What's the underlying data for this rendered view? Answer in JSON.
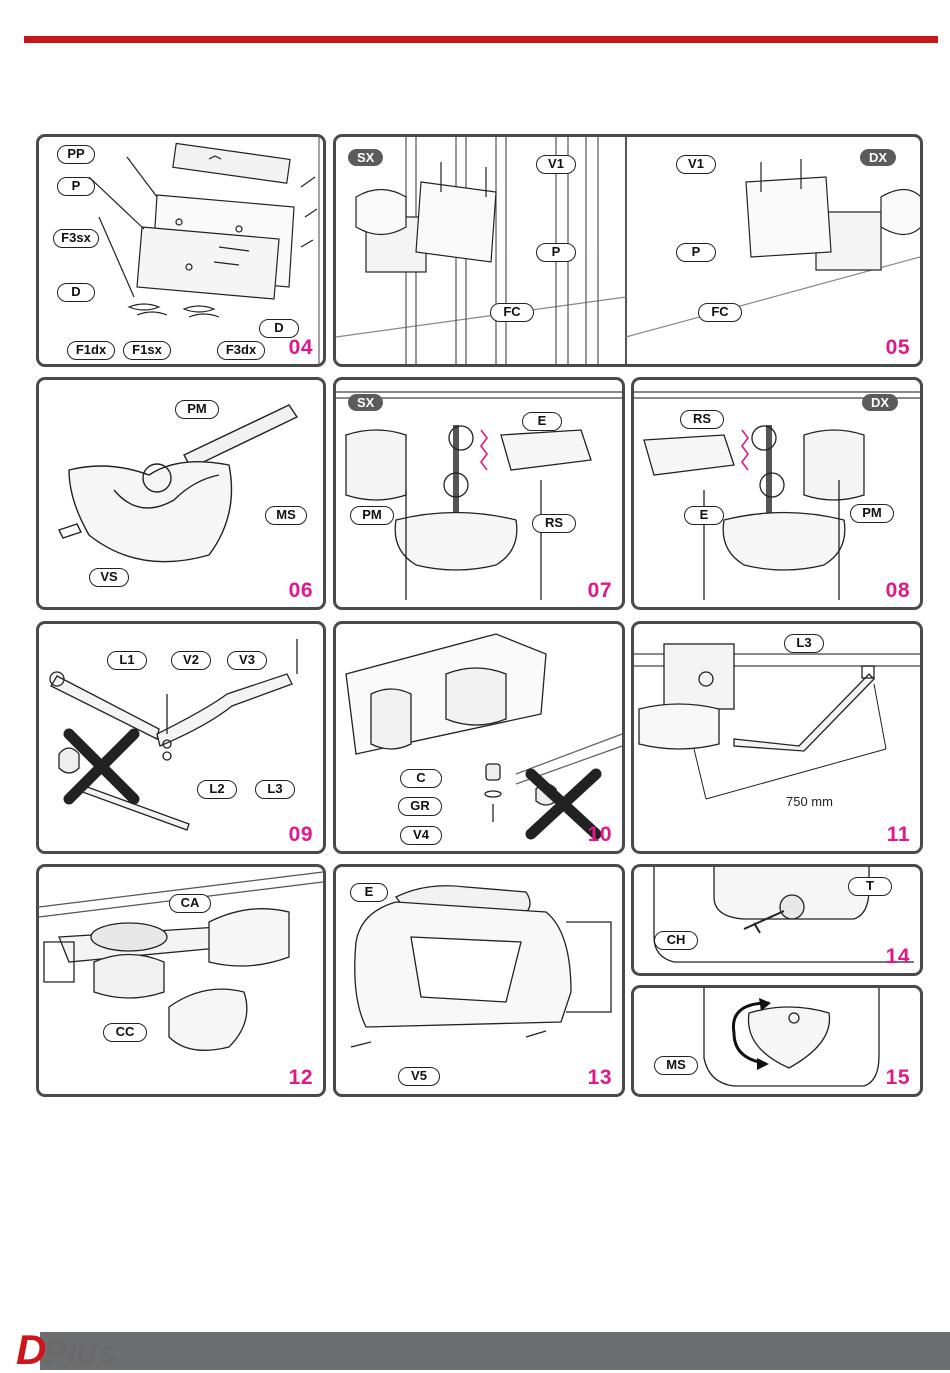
{
  "colors": {
    "accent_red": "#c8161d",
    "figure_number": "#e0188a",
    "footer_gray": "#6d6e70",
    "frame": "#4a4a4a"
  },
  "logo": {
    "d": "D",
    "plus": "Plus"
  },
  "panels": {
    "p04": {
      "number": "04",
      "labels": {
        "pp": "PP",
        "p": "P",
        "f3sx": "F3sx",
        "d1": "D",
        "d2": "D",
        "f1dx": "F1dx",
        "f1sx": "F1sx",
        "f3dx": "F3dx"
      }
    },
    "p05": {
      "number": "05",
      "side_left": "SX",
      "side_right": "DX",
      "labels": {
        "v1a": "V1",
        "pa": "P",
        "fca": "FC",
        "v1b": "V1",
        "pb": "P",
        "fcb": "FC"
      }
    },
    "p06": {
      "number": "06",
      "labels": {
        "pm": "PM",
        "ms": "MS",
        "vs": "VS"
      }
    },
    "p07": {
      "number": "07",
      "side": "SX",
      "labels": {
        "e": "E",
        "pm": "PM",
        "rs": "RS"
      }
    },
    "p08": {
      "number": "08",
      "side": "DX",
      "labels": {
        "rs": "RS",
        "e": "E",
        "pm": "PM"
      }
    },
    "p09": {
      "number": "09",
      "labels": {
        "l1": "L1",
        "v2": "V2",
        "v3": "V3",
        "l2": "L2",
        "l3": "L3"
      }
    },
    "p10": {
      "number": "10",
      "labels": {
        "c": "C",
        "gr": "GR",
        "v4": "V4"
      }
    },
    "p11": {
      "number": "11",
      "labels": {
        "l3": "L3"
      },
      "dimension": "750 mm"
    },
    "p12": {
      "number": "12",
      "labels": {
        "ca": "CA",
        "cc": "CC"
      }
    },
    "p13": {
      "number": "13",
      "labels": {
        "e": "E",
        "v5": "V5"
      }
    },
    "p14": {
      "number": "14",
      "labels": {
        "t": "T",
        "ch": "CH"
      }
    },
    "p15": {
      "number": "15",
      "labels": {
        "ms": "MS"
      }
    }
  }
}
